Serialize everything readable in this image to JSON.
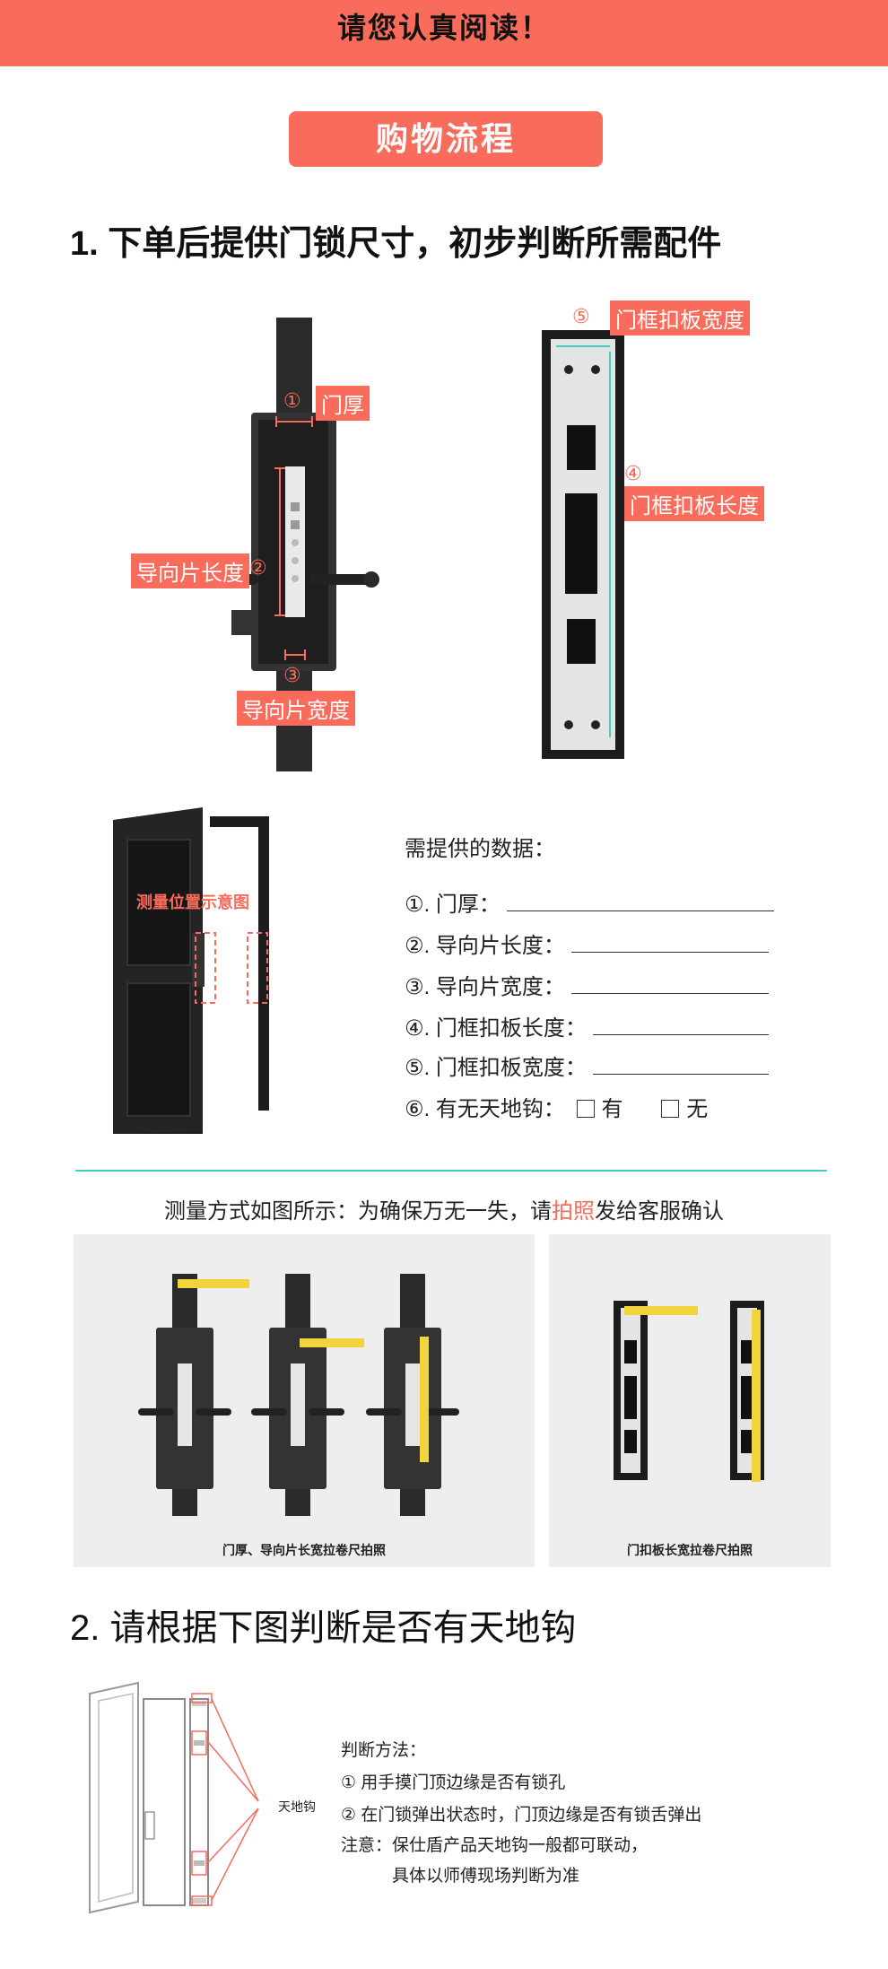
{
  "notice": "请您认真阅读！",
  "process_title": "购物流程",
  "step1_title": "1. 下单后提供门锁尺寸，初步判断所需配件",
  "diagram1": {
    "marker1": "①",
    "label1": "门厚",
    "label2": "导向片长度",
    "marker2": "②",
    "marker3": "③",
    "label3": "导向片宽度"
  },
  "diagram2": {
    "marker5": "⑤",
    "label5": "门框扣板宽度",
    "marker4": "④",
    "label4": "门框扣板长度"
  },
  "door_overlay_label": "测量位置示意图",
  "form": {
    "title": "需提供的数据：",
    "rows": [
      "①. 门厚：",
      "②. 导向片长度：",
      "③. 导向片宽度：",
      "④. 门框扣板长度：",
      "⑤. 门框扣板宽度："
    ],
    "row6_label": "⑥. 有无天地钩：",
    "opt_yes": "有",
    "opt_no": "无"
  },
  "measure_note": {
    "prefix": "测量方式如图所示：为确保万无一失，请",
    "highlight": "拍照",
    "suffix": "发给客服确认"
  },
  "photo_captions": {
    "left": "门厚、导向片长宽拉卷尺拍照",
    "right": "门扣板长宽拉卷尺拍照"
  },
  "step2_title": "2. 请根据下图判断是否有天地钩",
  "hook_label": "天地钩",
  "judge": {
    "title": "判断方法：",
    "line1": "① 用手摸门顶边缘是否有锁孔",
    "line2": "② 在门锁弹出状态时，门顶边缘是否有锁舌弹出",
    "line3": "注意：保仕盾产品天地钩一般都可联动，",
    "line4": "具体以师傅现场判断为准"
  },
  "colors": {
    "accent": "#f96b5b",
    "teal_line": "#3ecfc0",
    "panel_bg": "#eeeeee"
  }
}
